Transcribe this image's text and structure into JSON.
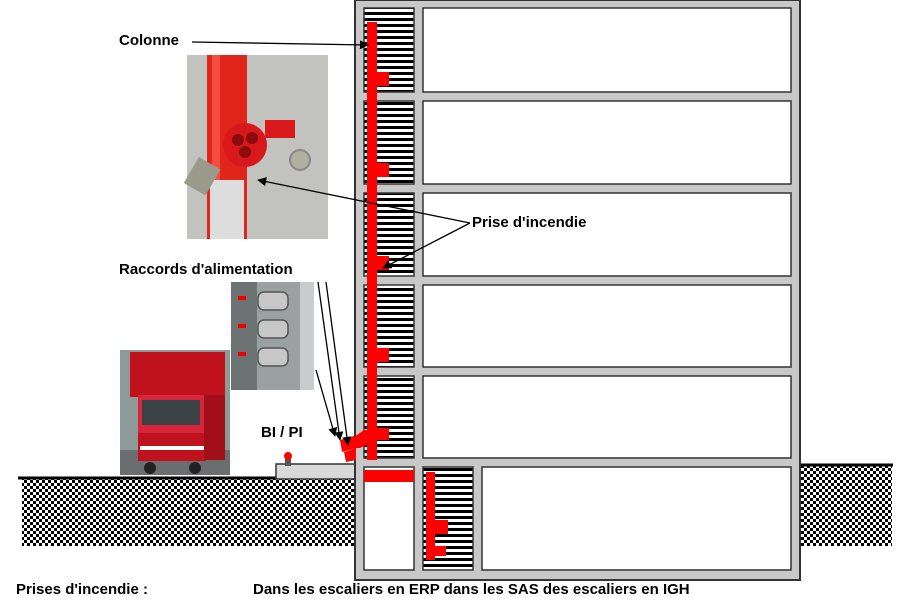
{
  "labels": {
    "colonne": "Colonne",
    "prise": "Prise d'incendie",
    "raccords": "Raccords d'alimentation",
    "bipi": "BI / PI"
  },
  "footer": {
    "left": "Prises d'incendie :",
    "right": "Dans les escaliers en ERP dans les SAS des escaliers en IGH"
  },
  "colors": {
    "riser": "#ff0000",
    "structure": "#c8c8c8",
    "outline": "#333333",
    "ground_dots": "#000000"
  },
  "icons": {
    "photo_riser": "fire-riser-photo",
    "photo_inlets": "inlet-connections-photo",
    "photo_truck": "fire-truck-photo"
  }
}
